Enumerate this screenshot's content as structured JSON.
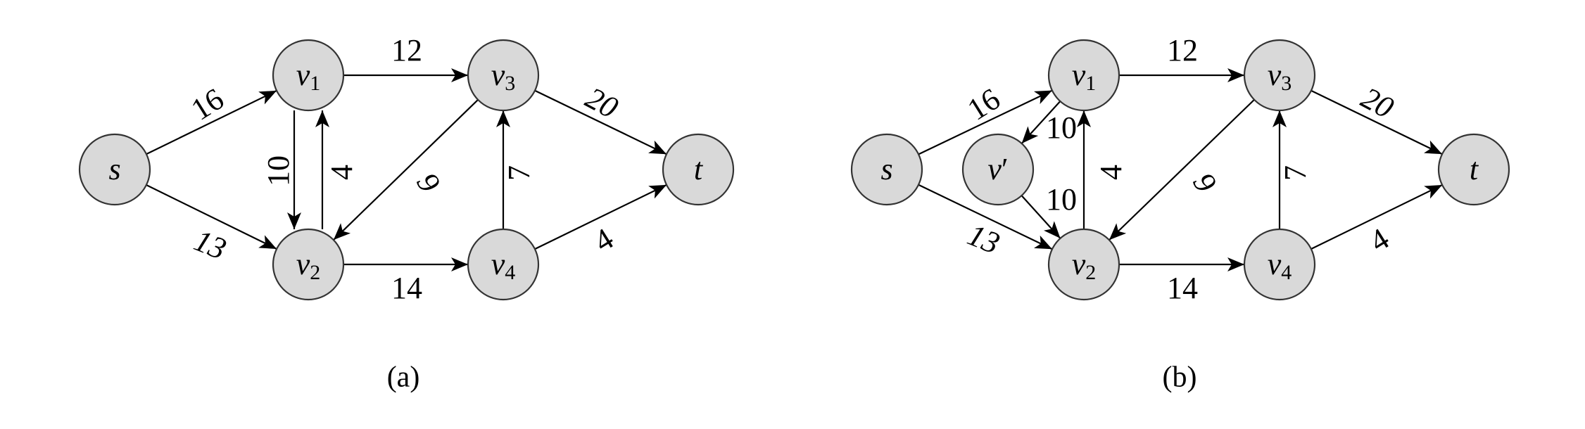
{
  "graphs": [
    {
      "caption": "(a)",
      "nodes": [
        {
          "id": "s",
          "base": "s",
          "sub": "",
          "prime": false
        },
        {
          "id": "v1",
          "base": "v",
          "sub": "1",
          "prime": false
        },
        {
          "id": "v2",
          "base": "v",
          "sub": "2",
          "prime": false
        },
        {
          "id": "v3",
          "base": "v",
          "sub": "3",
          "prime": false
        },
        {
          "id": "v4",
          "base": "v",
          "sub": "4",
          "prime": false
        },
        {
          "id": "t",
          "base": "t",
          "sub": "",
          "prime": false
        }
      ],
      "edges": [
        {
          "from": "s",
          "to": "v1",
          "capacity": "16"
        },
        {
          "from": "s",
          "to": "v2",
          "capacity": "13"
        },
        {
          "from": "v1",
          "to": "v3",
          "capacity": "12"
        },
        {
          "from": "v1",
          "to": "v2",
          "capacity": "10"
        },
        {
          "from": "v2",
          "to": "v1",
          "capacity": "4"
        },
        {
          "from": "v3",
          "to": "v2",
          "capacity": "9"
        },
        {
          "from": "v2",
          "to": "v4",
          "capacity": "14"
        },
        {
          "from": "v4",
          "to": "v3",
          "capacity": "7"
        },
        {
          "from": "v3",
          "to": "t",
          "capacity": "20"
        },
        {
          "from": "v4",
          "to": "t",
          "capacity": "4"
        }
      ]
    },
    {
      "caption": "(b)",
      "nodes": [
        {
          "id": "s",
          "base": "s",
          "sub": "",
          "prime": false
        },
        {
          "id": "v1",
          "base": "v",
          "sub": "1",
          "prime": false
        },
        {
          "id": "vp",
          "base": "v",
          "sub": "",
          "prime": true
        },
        {
          "id": "v2",
          "base": "v",
          "sub": "2",
          "prime": false
        },
        {
          "id": "v3",
          "base": "v",
          "sub": "3",
          "prime": false
        },
        {
          "id": "v4",
          "base": "v",
          "sub": "4",
          "prime": false
        },
        {
          "id": "t",
          "base": "t",
          "sub": "",
          "prime": false
        }
      ],
      "edges": [
        {
          "from": "s",
          "to": "v1",
          "capacity": "16"
        },
        {
          "from": "s",
          "to": "v2",
          "capacity": "13"
        },
        {
          "from": "v1",
          "to": "v3",
          "capacity": "12"
        },
        {
          "from": "v1",
          "to": "vp",
          "capacity": "10"
        },
        {
          "from": "vp",
          "to": "v2",
          "capacity": "10"
        },
        {
          "from": "v2",
          "to": "v1",
          "capacity": "4"
        },
        {
          "from": "v3",
          "to": "v2",
          "capacity": "9"
        },
        {
          "from": "v2",
          "to": "v4",
          "capacity": "14"
        },
        {
          "from": "v4",
          "to": "v3",
          "capacity": "7"
        },
        {
          "from": "v3",
          "to": "t",
          "capacity": "20"
        },
        {
          "from": "v4",
          "to": "t",
          "capacity": "4"
        }
      ]
    }
  ]
}
